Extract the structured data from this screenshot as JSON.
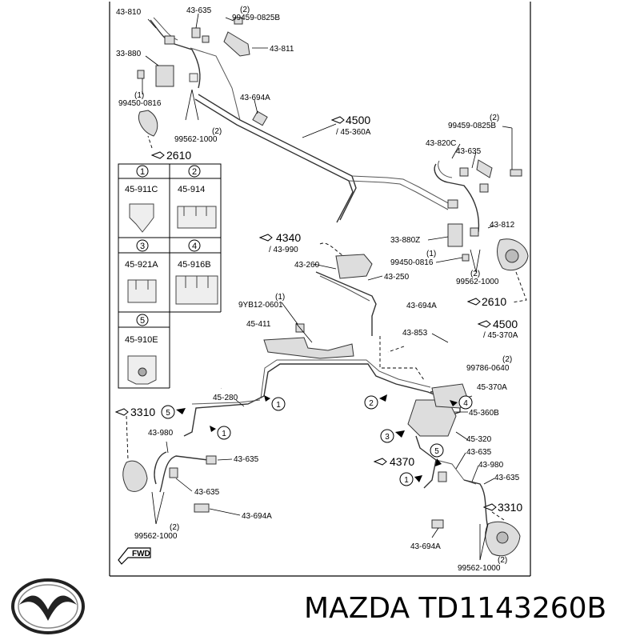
{
  "labels": {
    "l43810": "43-810",
    "l43635a": "43-635",
    "l99459a_q": "(2)",
    "l99459a": "99459-0825B",
    "l43811": "43-811",
    "l33880": "33-880",
    "l99450a_q": "(1)",
    "l99450a": "99450-0816",
    "l43694a_a": "43-694A",
    "l99562a_q": "(2)",
    "l99562a": "99562-1000",
    "r4500a": "4500",
    "r4500a_sub": "/ 45-360A",
    "r2610a": "2610",
    "l99459b_q": "(2)",
    "l99459b": "99459-0825B",
    "l43820c": "43-820C",
    "l43635b": "43-635",
    "l43812": "43-812",
    "l33880z": "33-880Z",
    "l99450b_q": "(1)",
    "l99450b": "99450-0816",
    "l99562b_q": "(2)",
    "l99562b": "99562-1000",
    "r4340": "4340",
    "r4340_sub": "/ 43-990",
    "l43260": "43-260",
    "l43250": "43-250",
    "l43694a_b": "43-694A",
    "r2610b": "2610",
    "l9yb12_q": "(1)",
    "l9yb12": "9YB12-0601",
    "l45411": "45-411",
    "r4500b": "4500",
    "r4500b_sub": "/ 45-370A",
    "l43853": "43-853",
    "l99786_q": "(2)",
    "l99786": "99786-0640",
    "l45370a": "45-370A",
    "l45360b": "45-360B",
    "l45280": "45-280",
    "r3310a": "3310",
    "l43980a": "43-980",
    "l43635c": "43-635",
    "l43635d": "43-635",
    "l43694a_c": "43-694A",
    "l99562c_q": "(2)",
    "l99562c": "99562-1000",
    "l45320": "45-320",
    "l43635e": "43-635",
    "r4370": "4370",
    "l43980b": "43-980",
    "l43635f": "43-635",
    "r3310b": "3310",
    "l43694a_d": "43-694A",
    "l99562d_q": "(2)",
    "l99562d": "99562-1000",
    "fwd": "FWD"
  },
  "callout_numbers": {
    "c1": "1",
    "c2": "2",
    "c3": "3",
    "c4": "4",
    "c5": "5",
    "m1a": "1",
    "m1b": "1",
    "m2": "2",
    "m3": "3",
    "m4": "4",
    "m5a": "5",
    "m5b": "5",
    "m1c": "1"
  },
  "clip_table": [
    {
      "num": "1",
      "part": "45-911C"
    },
    {
      "num": "2",
      "part": "45-914"
    },
    {
      "num": "3",
      "part": "45-921A"
    },
    {
      "num": "4",
      "part": "45-916B"
    },
    {
      "num": "5",
      "part": "45-910E"
    }
  ],
  "footer": {
    "brand_text": "MAZDA TD1143260B"
  }
}
